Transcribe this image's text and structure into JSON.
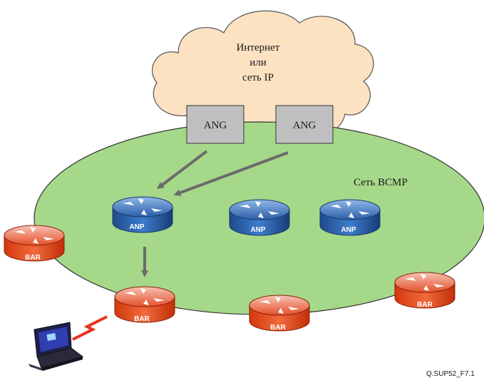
{
  "cloud": {
    "lines": [
      "Интернет",
      "или",
      "сеть IP"
    ],
    "color": "#fde2c2"
  },
  "gateways": [
    {
      "label": "ANG"
    },
    {
      "label": "ANG"
    }
  ],
  "network": {
    "label": "Сеть BCMP",
    "color": "#a6d88a"
  },
  "anp_routers": [
    {
      "label": "ANP"
    },
    {
      "label": "ANP"
    },
    {
      "label": "ANP"
    }
  ],
  "bar_routers": [
    {
      "label": "BAR"
    },
    {
      "label": "BAR"
    },
    {
      "label": "BAR"
    },
    {
      "label": "BAR"
    }
  ],
  "figure_id": "Q.SUP52_F7.1",
  "colors": {
    "anp_router": "#2f6bb8",
    "bar_router": "#e4502a",
    "gateway_box": "#bfbfbf",
    "arrow": "#6b6b6b",
    "wireless_link": "#e8341c"
  }
}
